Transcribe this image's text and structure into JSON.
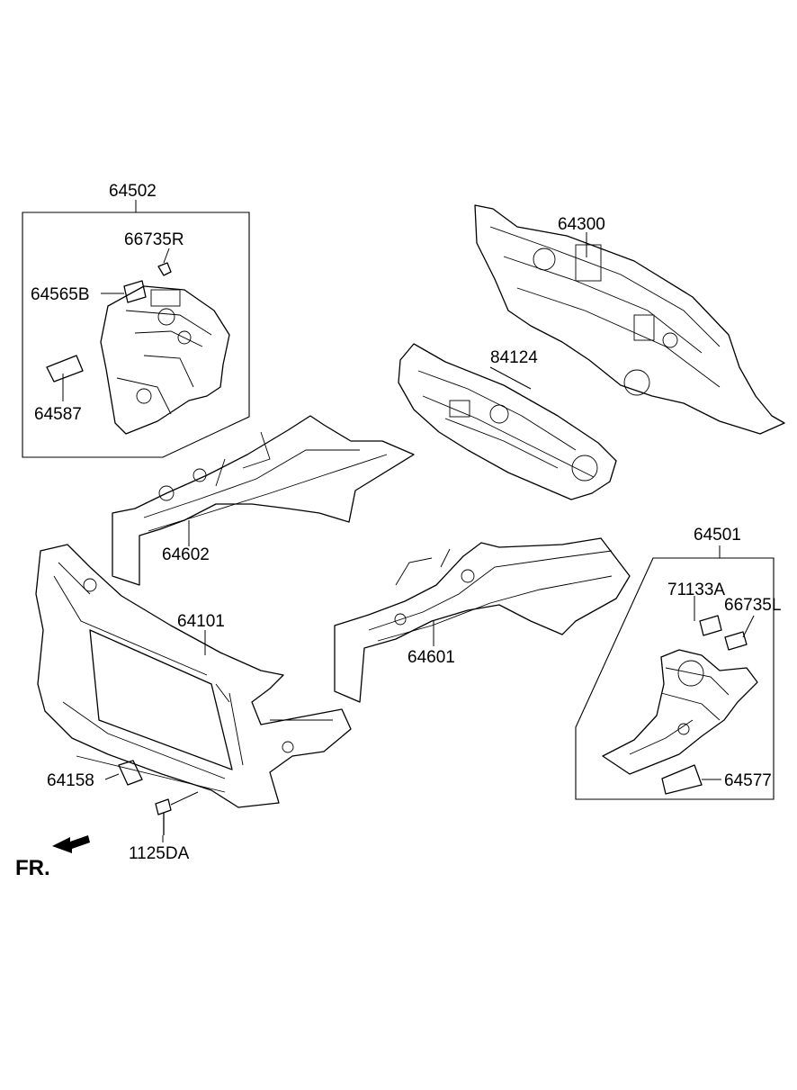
{
  "labels": {
    "p64502": "64502",
    "p66735R": "66735R",
    "p64565B": "64565B",
    "p64587": "64587",
    "p64300": "64300",
    "p84124": "84124",
    "p64602": "64602",
    "p64101": "64101",
    "p64601": "64601",
    "p64501": "64501",
    "p71133A": "71133A",
    "p66735L": "66735L",
    "p64577": "64577",
    "p64158": "64158",
    "p1125DA": "1125DA",
    "front": "FR."
  }
}
